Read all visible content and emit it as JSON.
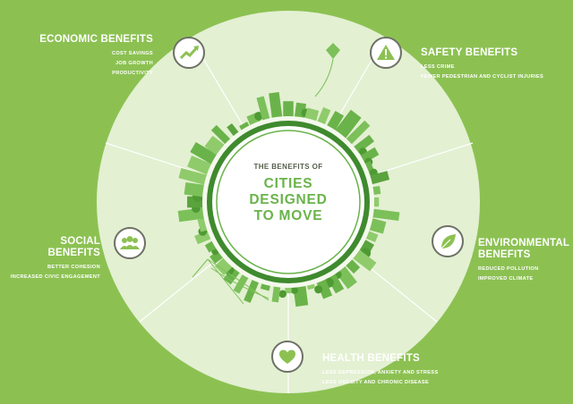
{
  "center": {
    "kicker": "THE BENEFITS OF",
    "lines": [
      "CITIES",
      "DESIGNED",
      "TO MOVE"
    ]
  },
  "benefits": {
    "economic": {
      "title": "ECONOMIC BENEFITS",
      "items": [
        "COST SAVINGS",
        "JOB GROWTH",
        "PRODUCTIVITY"
      ],
      "icon": "chart-up-arrow-icon"
    },
    "safety": {
      "title": "SAFETY BENEFITS",
      "items": [
        "LESS CRIME",
        "FEWER PEDESTRIAN AND CYCLIST INJURIES"
      ],
      "icon": "warning-triangle-icon"
    },
    "environmental": {
      "title_lines": [
        "ENVIRONMENTAL",
        "BENEFITS"
      ],
      "items": [
        "REDUCED POLLUTION",
        "IMPROVED CLIMATE"
      ],
      "icon": "leaf-icon"
    },
    "social": {
      "title": "SOCIAL BENEFITS",
      "items": [
        "BETTER COHESION",
        "INCREASED CIVIC ENGAGEMENT"
      ],
      "icon": "people-group-icon"
    },
    "health": {
      "title": "HEALTH BENEFITS",
      "items": [
        "LESS DEPRESSION, ANXIETY AND STRESS",
        "LESS OBESITY AND CHRONIC DISEASE"
      ],
      "icon": "heart-icon"
    }
  },
  "colors": {
    "background": "#8cc152",
    "ring": "#e3f0d2",
    "inner_ring": "#f4f9ec",
    "accent_green": "#6ab34a",
    "dark_green": "#3f8a2e",
    "icon_gray": "#6e7166"
  }
}
